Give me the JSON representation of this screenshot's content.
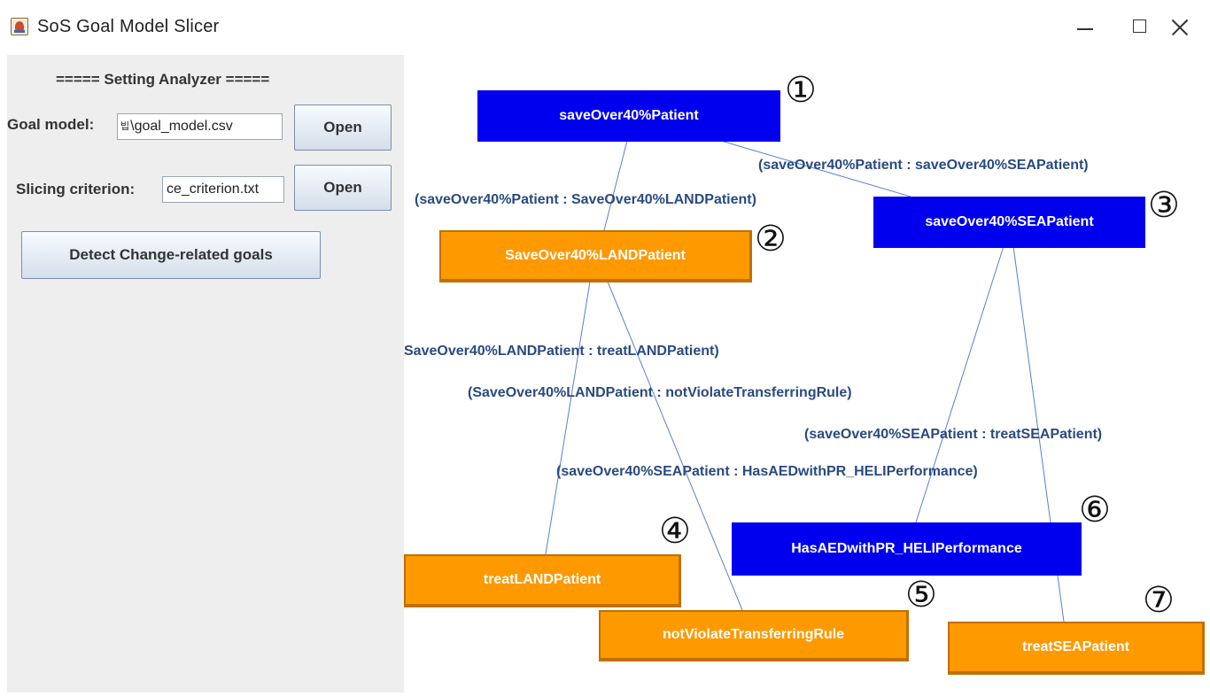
{
  "window": {
    "title": "SoS Goal Model Slicer"
  },
  "settings": {
    "header": "===== Setting Analyzer =====",
    "goal_model_label": "Goal model:",
    "goal_model_value": "\\goal_model.csv",
    "goal_model_prefix": "빕",
    "slicing_label": "Slicing criterion:",
    "slicing_value": "ce_criterion.txt",
    "open_label": "Open",
    "detect_label": "Detect Change-related goals"
  },
  "graph": {
    "nodes": {
      "n1": {
        "label": "saveOver40%Patient",
        "color": "blue"
      },
      "n2": {
        "label": "SaveOver40%LANDPatient",
        "color": "orange"
      },
      "n3": {
        "label": "saveOver40%SEAPatient",
        "color": "blue"
      },
      "n4": {
        "label": "treatLANDPatient",
        "color": "orange"
      },
      "n5": {
        "label": "notViolateTransferringRule",
        "color": "orange"
      },
      "n6": {
        "label": "HasAEDwithPR_HELIPerformance",
        "color": "blue"
      },
      "n7": {
        "label": "treatSEAPatient",
        "color": "orange"
      }
    },
    "edge_labels": {
      "e1_3": "(saveOver40%Patient : saveOver40%SEAPatient)",
      "e1_2": "(saveOver40%Patient : SaveOver40%LANDPatient)",
      "e2_4": "SaveOver40%LANDPatient : treatLANDPatient)",
      "e2_5": "(SaveOver40%LANDPatient : notViolateTransferringRule)",
      "e3_7": "(saveOver40%SEAPatient : treatSEAPatient)",
      "e3_6": "(saveOver40%SEAPatient : HasAEDwithPR_HELIPerformance)"
    },
    "markers": {
      "m1": "①",
      "m2": "②",
      "m3": "③",
      "m4": "④",
      "m5": "⑤",
      "m6": "⑥",
      "m7": "⑦"
    },
    "edge_color": "#5b7fd0",
    "blue_color": "#0000ee",
    "orange_color": "#ff9900"
  }
}
